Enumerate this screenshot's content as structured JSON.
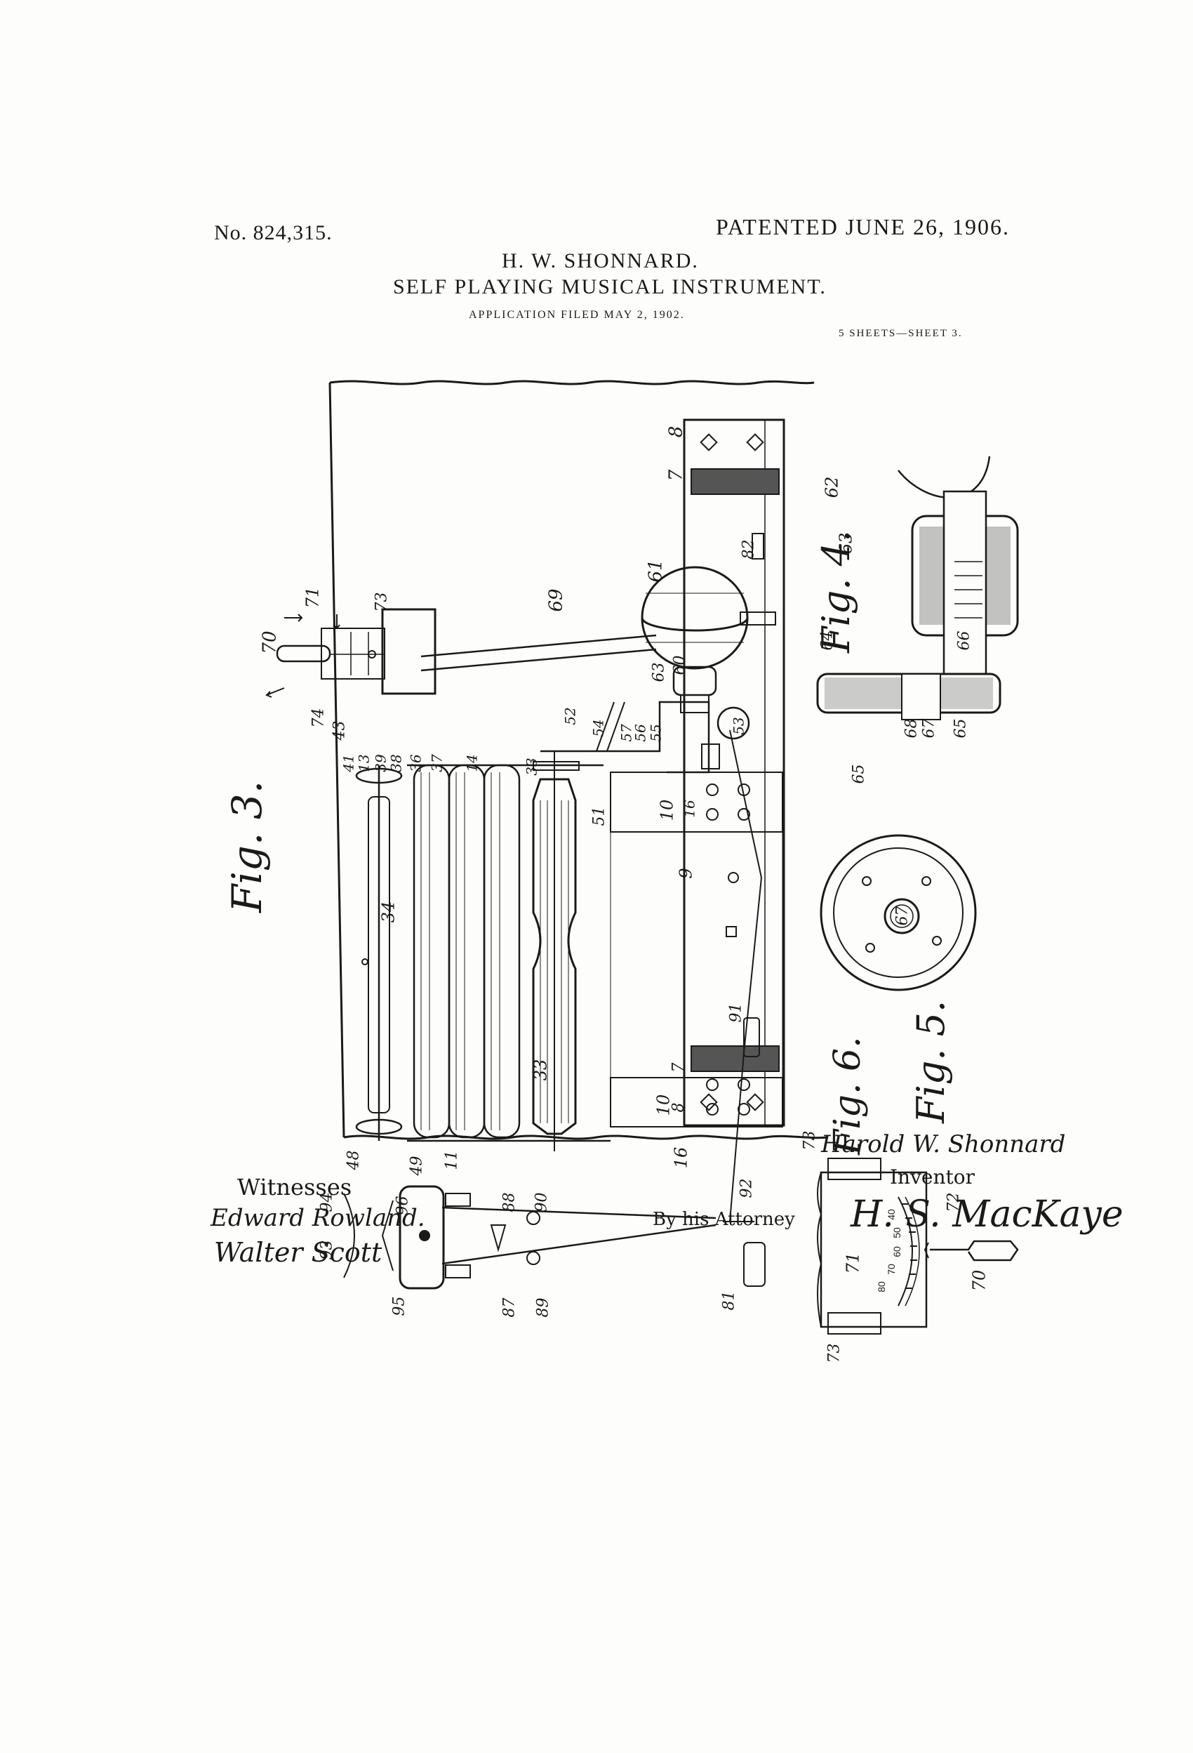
{
  "header": {
    "patent_number": "No. 824,315.",
    "patent_date": "PATENTED JUNE 26, 1906.",
    "inventor": "H. W. SHONNARD.",
    "title": "SELF PLAYING MUSICAL INSTRUMENT.",
    "application": "APPLICATION FILED MAY 2, 1902.",
    "sheets": "5 SHEETS—SHEET 3."
  },
  "figures": {
    "fig3": "Fig. 3.",
    "fig4": "Fig. 4.",
    "fig5": "Fig. 5.",
    "fig6": "Fig. 6."
  },
  "fig3_numerals": [
    "8",
    "7",
    "82",
    "61",
    "69",
    "71",
    "73",
    "70",
    "74",
    "43",
    "13",
    "41",
    "39",
    "38",
    "36",
    "37",
    "14",
    "33",
    "52",
    "54",
    "57",
    "56",
    "55",
    "60",
    "63",
    "53",
    "10",
    "16",
    "9",
    "91",
    "51",
    "34",
    "33",
    "10",
    "16",
    "48",
    "49",
    "11",
    "92",
    "88",
    "90",
    "94",
    "96",
    "93",
    "95",
    "87",
    "89",
    "81",
    "7",
    "8"
  ],
  "fig4_numerals": [
    "62",
    "63",
    "64",
    "66",
    "68",
    "67",
    "65"
  ],
  "fig5_numerals": [
    "65",
    "67"
  ],
  "fig6_numerals": [
    "73",
    "72",
    "71",
    "70",
    "73"
  ],
  "fig6_dial_scale": [
    "80",
    "70",
    "60",
    "50",
    "40"
  ],
  "signatures": {
    "witnesses_heading": "Witnesses",
    "witness_1": "Edward Rowland.",
    "witness_2": "Walter Scott",
    "inventor_signature": "Harold W. Shonnard",
    "inventor_label": "Inventor",
    "attorney_by": "By his Attorney",
    "attorney_signature": "H. S. MacKaye"
  }
}
